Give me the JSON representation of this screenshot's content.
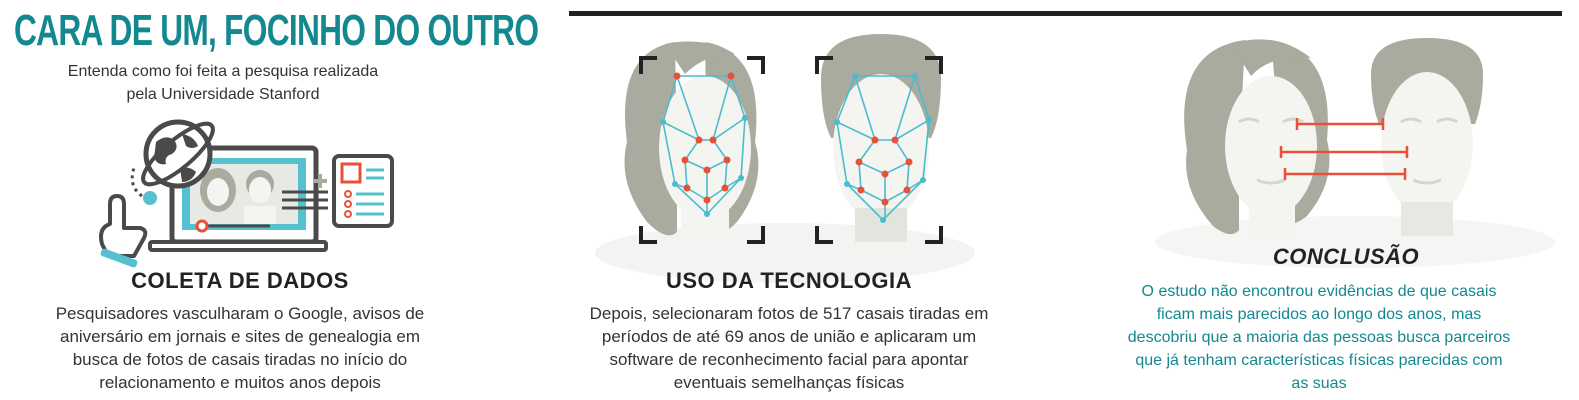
{
  "header": {
    "title": "CARA DE UM, FOCINHO DO OUTRO",
    "subtitle": "Entenda como foi feita a pesquisa realizada pela Universidade Stanford"
  },
  "sections": [
    {
      "title": "COLETA DE DADOS",
      "body": "Pesquisadores vasculharam o Google, avisos de aniversário em jornais e sites de genealogia em busca de fotos de casais tiradas no início do relacionamento e muitos anos depois"
    },
    {
      "title": "USO DA TECNOLOGIA",
      "body": "Depois, selecionaram fotos de 517 casais tiradas em períodos de até 69 anos de união e aplicaram um software de reconhecimento facial para apontar eventuais semelhanças físicas"
    },
    {
      "title": "CONCLUSÃO",
      "body": "O estudo não encontrou evidências de que casais ficam mais parecidos ao longo dos anos, mas descobriu que a maioria das pessoas busca parceiros que já tenham características físicas parecidas com as suas"
    }
  ],
  "colors": {
    "accent": "#13888f",
    "highlight": "#e8503a",
    "mesh": "#4bbccd",
    "hair": "#a8ab9e",
    "text": "#222222"
  },
  "icons": [
    "globe-icon",
    "hand-pointer-icon",
    "laptop-icon",
    "photo-icon",
    "form-icon",
    "face-mesh-icon",
    "comparison-lines-icon"
  ]
}
